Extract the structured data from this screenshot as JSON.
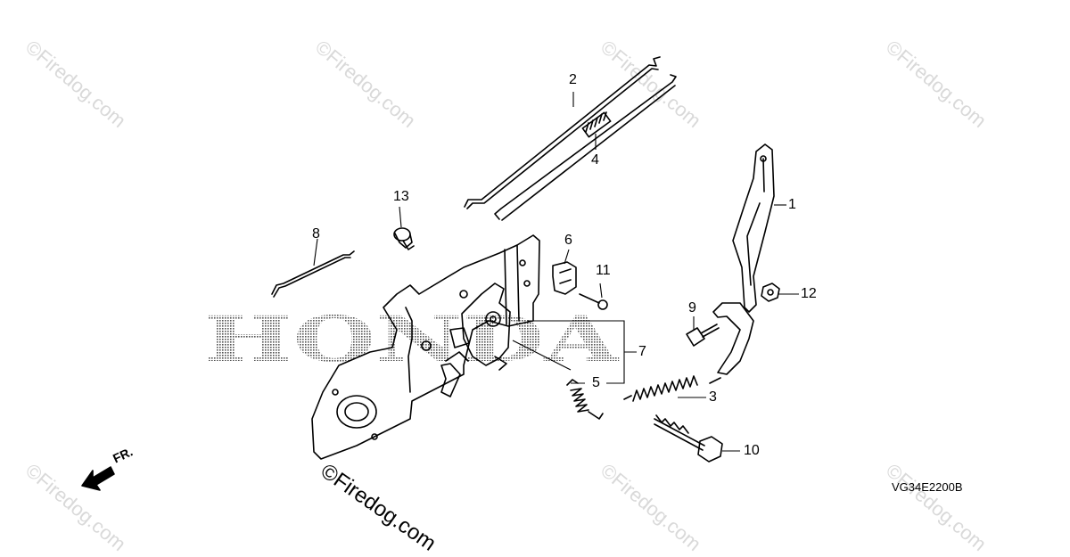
{
  "diagram": {
    "code": "VG34E2200B",
    "watermark": "©Firedog.com",
    "front_label": "FR.",
    "logo_text": "HONDA",
    "callouts": [
      "1",
      "2",
      "3",
      "4",
      "5",
      "6",
      "7",
      "8",
      "9",
      "10",
      "11",
      "12",
      "13"
    ]
  }
}
